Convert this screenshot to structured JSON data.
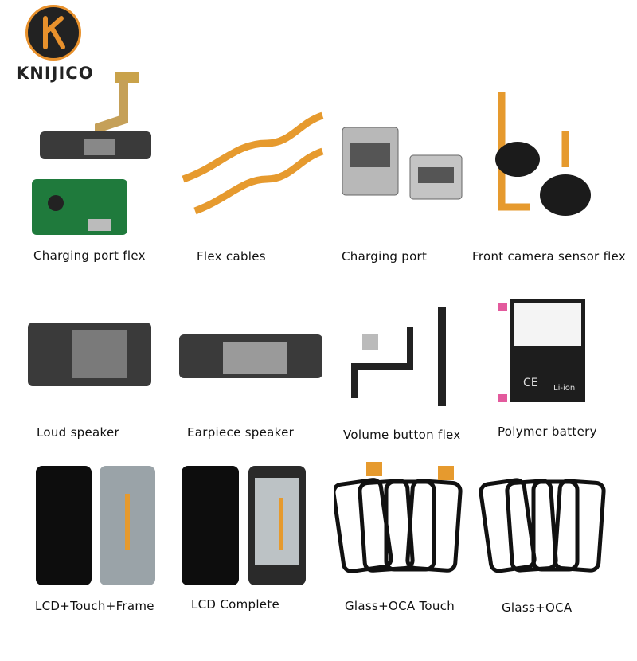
{
  "brand": {
    "name": "KNIJICO"
  },
  "products": [
    {
      "label": "Charging port flex"
    },
    {
      "label": "Flex cables"
    },
    {
      "label": "Charging port"
    },
    {
      "label": "Front camera sensor flex"
    },
    {
      "label": "Loud speaker"
    },
    {
      "label": "Earpiece speaker"
    },
    {
      "label": "Volume button flex"
    },
    {
      "label": "Polymer battery"
    },
    {
      "label": "LCD+Touch+Frame"
    },
    {
      "label": "LCD Complete"
    },
    {
      "label": "Glass+OCA Touch"
    },
    {
      "label": "Glass+OCA"
    }
  ],
  "battery_text": {
    "ce": "CE",
    "liion": "Li-ion"
  },
  "colors": {
    "accent": "#e8912c",
    "flex_orange": "#e69a2e",
    "pcb_green": "#1f7a3c"
  }
}
